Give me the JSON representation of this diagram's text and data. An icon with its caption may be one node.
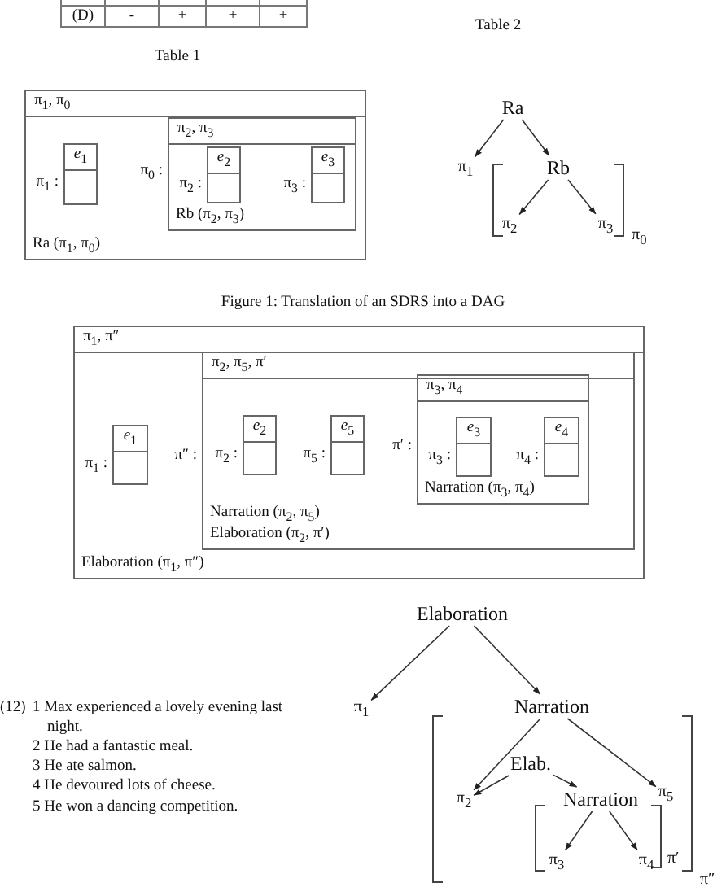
{
  "diagram": {
    "nodes": [
      {
        "text": [
          "π$_{1}$, π$_{0}$",
          "Ra (π$_{1}$, π$_{0}$)"
        ]
      },
      {
        "text": [
          "*e*$_{1}$"
        ],
        "in": 0,
        "beside": [
          "π$_{1}$ :"
        ]
      },
      {
        "text": [
          "π$_{2}$, π$_{3}$",
          "Rb (π$_{2}$, π$_{3}$)"
        ],
        "in": 0,
        "beside": [
          "π$_{0}$ :"
        ]
      },
      {
        "text": [
          "*e*$_{2}$"
        ],
        "in": 2,
        "beside": [
          "π$_{2}$ :"
        ]
      },
      {
        "text": [
          "*e*$_{3}$"
        ],
        "in": 2,
        "beside": [
          "π$_{3}$ :"
        ]
      },
      {
        "text": [
          "Ra"
        ]
      },
      {
        "text": [
          "π$_{1}$"
        ]
      },
      {
        "text": [
          "Rb"
        ]
      },
      {
        "text": [
          "π$_{2}$"
        ]
      },
      {
        "text": [
          "π$_{3}$"
        ]
      },
      {
        "text": [
          "π$_{1}$, π″",
          "Elaboration (π$_{1}$, π″)"
        ]
      },
      {
        "text": [
          "*e*$_{1}$"
        ],
        "in": 10,
        "beside": [
          "π$_{1}$ :"
        ]
      },
      {
        "text": [
          "π$_{2}$, π$_{5}$, π′",
          "Narration (π$_{2}$, π$_{5}$)",
          "Elaboration (π$_{2}$, π′)"
        ],
        "in": 10,
        "beside": [
          "π″ :"
        ]
      },
      {
        "text": [
          "*e*$_{2}$"
        ],
        "in": 12,
        "beside": [
          "π$_{2}$ :"
        ]
      },
      {
        "text": [
          "*e*$_{5}$"
        ],
        "in": 12,
        "beside": [
          "π$_{5}$ :"
        ]
      },
      {
        "text": [
          "π$_{3}$, π$_{4}$",
          "Narration (π$_{3}$, π$_{4}$)"
        ],
        "in": 12,
        "beside": [
          "π′ :"
        ]
      },
      {
        "text": [
          "*e*$_{3}$"
        ],
        "in": 15,
        "beside": [
          "π$_{3}$ :"
        ]
      },
      {
        "text": [
          "*e*$_{4}$"
        ],
        "in": 15,
        "beside": [
          "π$_{4}$ :"
        ]
      },
      {
        "text": [
          "Elaboration"
        ]
      },
      {
        "text": [
          "π$_{1}$"
        ]
      },
      {
        "text": [
          "Narration"
        ]
      },
      {
        "text": [
          "π$_{2}$"
        ]
      },
      {
        "text": [
          "Elab."
        ]
      },
      {
        "text": [
          "Narration"
        ]
      },
      {
        "text": [
          "π$_{5}$"
        ]
      },
      {
        "text": [
          "π$_{3}$"
        ]
      },
      {
        "text": [
          "π$_{4}$"
        ]
      }
    ],
    "edges": [
      {
        "from": 5,
        "to": 6,
        "arrow": "to"
      },
      {
        "from": 5,
        "to": 7,
        "arrow": "to"
      },
      {
        "from": 7,
        "to": 8,
        "arrow": "to"
      },
      {
        "from": 7,
        "to": 9,
        "arrow": "to"
      },
      {
        "from": 18,
        "to": 19,
        "arrow": "to"
      },
      {
        "from": 18,
        "to": 20,
        "arrow": "to"
      },
      {
        "from": 20,
        "to": 21,
        "arrow": "to"
      },
      {
        "from": 20,
        "to": 24,
        "arrow": "to"
      },
      {
        "from": 22,
        "to": 21,
        "arrow": "to"
      },
      {
        "from": 22,
        "to": 23,
        "arrow": "to"
      },
      {
        "from": 23,
        "to": 25,
        "arrow": "to"
      },
      {
        "from": 23,
        "to": 26,
        "arrow": "to"
      }
    ],
    "labels": [
      "(D)",
      "-",
      "+",
      "+",
      "+",
      "Table 2",
      "Table 1",
      "π$_{0}$",
      "Figure 1: Translation of an SDRS into a DAG",
      "(12)",
      "1 Max experienced a lovely evening last night.",
      "2 He had a fantastic meal.",
      "3 He ate salmon.",
      "4 He devoured lots of cheese.",
      "5 He won a dancing competition.",
      "π′",
      "π″"
    ]
  }
}
